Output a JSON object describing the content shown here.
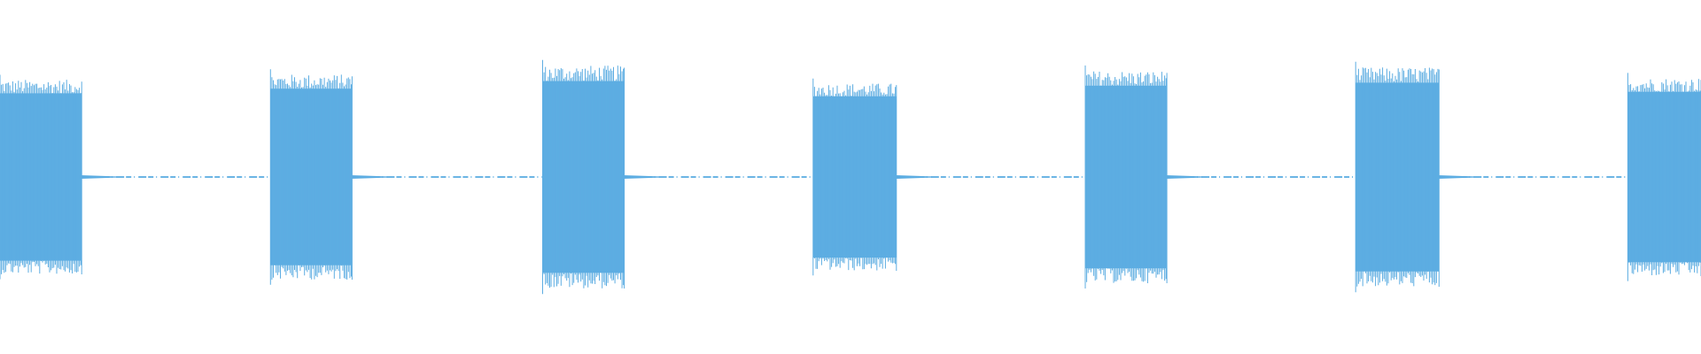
{
  "chart_data": {
    "type": "area",
    "title": "",
    "xlabel": "",
    "ylabel": "",
    "xlim": [
      0,
      1.0
    ],
    "ylim": [
      -1.0,
      1.0
    ],
    "grid": false,
    "legend": "none",
    "series": [
      {
        "values": {
          "bursts": [
            {
              "start": 0.0,
              "end": 0.048,
              "amplitude": 0.55
            },
            {
              "start": 0.159,
              "end": 0.207,
              "amplitude": 0.58
            },
            {
              "start": 0.319,
              "end": 0.367,
              "amplitude": 0.63
            },
            {
              "start": 0.478,
              "end": 0.527,
              "amplitude": 0.53
            },
            {
              "start": 0.638,
              "end": 0.686,
              "amplitude": 0.6
            },
            {
              "start": 0.797,
              "end": 0.846,
              "amplitude": 0.62
            },
            {
              "start": 0.957,
              "end": 1.0,
              "amplitude": 0.56
            }
          ],
          "silence_amplitude": 0.01
        }
      }
    ]
  },
  "colors": {
    "waveform": "#5dade2",
    "background": "#ffffff"
  }
}
